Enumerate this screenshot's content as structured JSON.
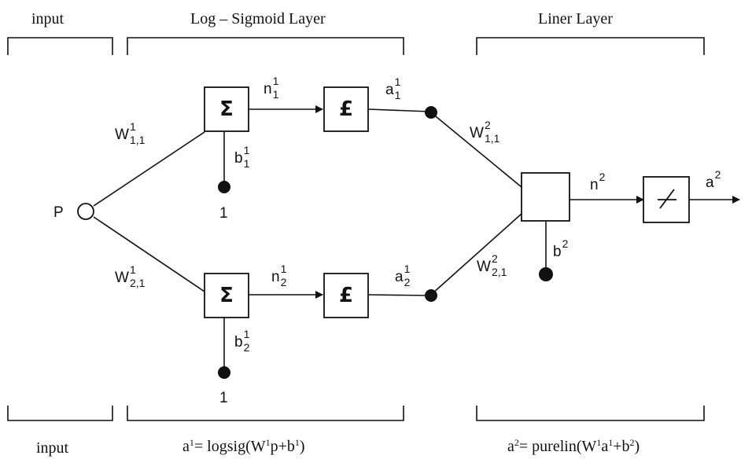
{
  "headers": {
    "input": "input",
    "hidden": "Log – Sigmoid Layer",
    "output": "Liner Layer"
  },
  "footers": {
    "input": "input",
    "hidden": {
      "a": "a",
      "a_sup": "1",
      "mid1": "= logsig(W",
      "w_sup": "1",
      "mid2": "p+b",
      "b_sup": "1",
      "end": ")"
    },
    "output": {
      "a": "a",
      "a_sup": "2",
      "mid1": "= purelin(W",
      "w_sup": "1",
      "mid2": "a",
      "a2_sup": "1",
      "mid3": "+b",
      "b_sup": "2",
      "end": ")"
    }
  },
  "nodes": {
    "input": "P",
    "sum1": "Σ",
    "sum2": "Σ",
    "f1": "£",
    "f2": "£",
    "bias1": "1",
    "bias2": "1"
  },
  "labels": {
    "w11": {
      "base": "W",
      "sup": "1",
      "sub": "1,1"
    },
    "w21": {
      "base": "W",
      "sup": "1",
      "sub": "2,1"
    },
    "b11": {
      "base": "b",
      "sup": "1",
      "sub": "1"
    },
    "b12": {
      "base": "b",
      "sup": "1",
      "sub": "2"
    },
    "n11": {
      "base": "n",
      "sup": "1",
      "sub": "1"
    },
    "n12": {
      "base": "n",
      "sup": "1",
      "sub": "2"
    },
    "a11": {
      "base": "a",
      "sup": "1",
      "sub": "1"
    },
    "a12": {
      "base": "a",
      "sup": "1",
      "sub": "2"
    },
    "w2_11": {
      "base": "W",
      "sup": "2",
      "sub": "1,1"
    },
    "w2_21": {
      "base": "W",
      "sup": "2",
      "sub": "2,1"
    },
    "n2": {
      "base": "n",
      "sup": "2"
    },
    "b2": {
      "base": "b",
      "sup": "2"
    },
    "a2": {
      "base": "a",
      "sup": "2"
    }
  },
  "colors": {
    "ink": "#111111",
    "background": "#ffffff"
  }
}
